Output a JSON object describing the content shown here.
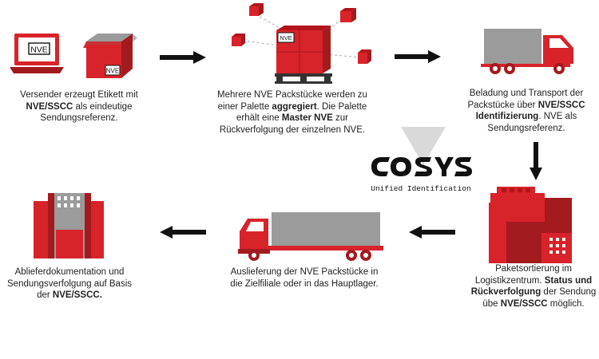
{
  "colors": {
    "red": "#d8232a",
    "dark_red": "#a31a1f",
    "gray": "#9b9b9b",
    "black": "#111111"
  },
  "icons": {
    "laptop_label": "NVE",
    "box_label": "NVE",
    "pallet_label": "NVE"
  },
  "logo": {
    "wordmark": "COSYS",
    "tagline": "Unified Identification"
  },
  "steps": [
    {
      "parts": [
        {
          "t": "Versender erzeugt Etikett mit ",
          "b": false
        },
        {
          "t": "NVE/SSCC",
          "b": true
        },
        {
          "t": " als eindeutige Sendungsreferenz.",
          "b": false
        }
      ]
    },
    {
      "parts": [
        {
          "t": "Mehrere NVE Packstücke werden zu einer Palette ",
          "b": false
        },
        {
          "t": "aggregiert",
          "b": true
        },
        {
          "t": ". Die Palette erhält eine ",
          "b": false
        },
        {
          "t": "Master NVE",
          "b": true
        },
        {
          "t": " zur Rückverfolgung der einzelnen NVE.",
          "b": false
        }
      ]
    },
    {
      "parts": [
        {
          "t": "Beladung und Transport der Packstücke über ",
          "b": false
        },
        {
          "t": "NVE/SSCC Identifizierung",
          "b": true
        },
        {
          "t": ". NVE als Sendungsreferenz.",
          "b": false
        }
      ]
    },
    {
      "parts": [
        {
          "t": "Paketsortierung im Logistikzentrum. ",
          "b": false
        },
        {
          "t": "Status und Rückverfolgung",
          "b": true
        },
        {
          "t": " der Sendung übe ",
          "b": false
        },
        {
          "t": "NVE/SSCC",
          "b": true
        },
        {
          "t": " möglich.",
          "b": false
        }
      ]
    },
    {
      "parts": [
        {
          "t": "Auslieferung der NVE Packstücke in die Zielfiliale oder in das Hauptlager.",
          "b": false
        }
      ]
    },
    {
      "parts": [
        {
          "t": "Ablieferdokumentation und Sendungsverfolgung auf Basis der ",
          "b": false
        },
        {
          "t": "NVE/SSCC.",
          "b": true
        }
      ]
    }
  ]
}
